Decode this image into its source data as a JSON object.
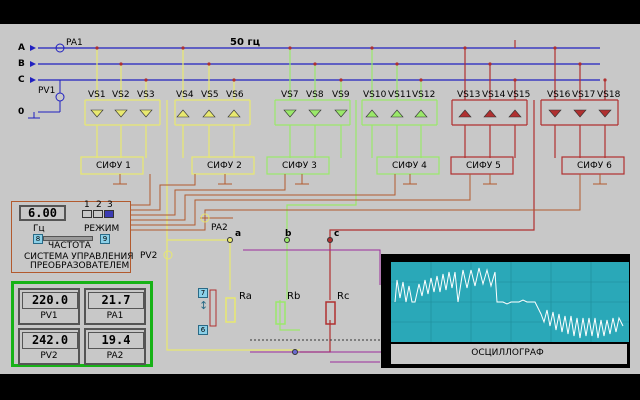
{
  "phases": [
    "A",
    "B",
    "C",
    "0"
  ],
  "frequency_label": "50 гц",
  "ammeter_main": "PA1",
  "voltmeter_main": "PV1",
  "thyristors": [
    "VS1",
    "VS2",
    "VS3",
    "VS4",
    "VS5",
    "VS6",
    "VS7",
    "VS8",
    "VS9",
    "VS10",
    "VS11",
    "VS12",
    "VS13",
    "VS14",
    "VS15",
    "VS16",
    "VS17",
    "VS18"
  ],
  "sifu": [
    "СИФУ 1",
    "СИФУ 2",
    "СИФУ 3",
    "СИФУ 4",
    "СИФУ 5",
    "СИФУ 6"
  ],
  "control": {
    "frequency_value": "6.00",
    "freq_unit": "Гц",
    "freq_caption": "ЧАСТОТА",
    "mode_label": "РЕЖИМ",
    "mode_numbers": [
      "1",
      "2",
      "3"
    ],
    "mode_selected": 3,
    "freq_min": "8",
    "freq_max": "9",
    "system_title_line1": "СИСТЕМА УПРАВЛЕНИЯ",
    "system_title_line2": "ПРЕОБРАЗОВАТЕЛЕМ"
  },
  "load": {
    "pa2": "PA2",
    "pv2": "PV2",
    "phase_a": "a",
    "phase_b": "b",
    "phase_c": "c",
    "ra": "Ra",
    "rb": "Rb",
    "rc": "Rc",
    "btn_up": "7",
    "btn_down": "6"
  },
  "meters": [
    {
      "value": "220.0",
      "name": "PV1"
    },
    {
      "value": "21.7",
      "name": "PA1"
    },
    {
      "value": "242.0",
      "name": "PV2"
    },
    {
      "value": "19.4",
      "name": "PA2"
    }
  ],
  "scope": {
    "label": "ОСЦИЛЛОГРАФ"
  },
  "colors": {
    "group1": "#e8e870",
    "group2": "#9ae86a",
    "group3": "#b03030",
    "bus": "#2020c0",
    "control": "#b25a2e",
    "meter_frame": "#17b217",
    "scope_screen": "#2aa8b8"
  }
}
